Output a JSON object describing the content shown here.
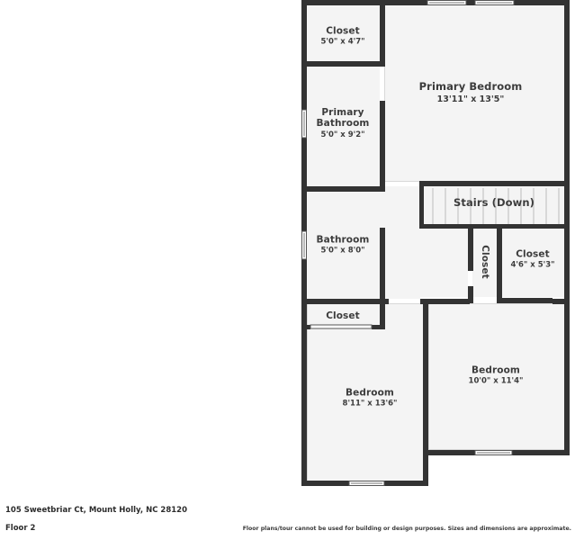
{
  "document": {
    "type": "floor-plan",
    "address": "105 Sweetbriar Ct, Mount Holly, NC 28120",
    "floor_label": "Floor 2",
    "disclaimer": "Floor plans/tour cannot be used for building or design purposes. Sizes and dimensions are approximate.",
    "colors": {
      "wall": "#333333",
      "room_fill": "#f4f4f4",
      "background": "#ffffff",
      "text": "#3c3c3c",
      "stair_line": "#bdbdbd"
    }
  },
  "rooms": [
    {
      "id": "closet-top-left",
      "name": "Closet",
      "dimensions": "5'0\" x 4'7\""
    },
    {
      "id": "primary-bathroom",
      "name": "Primary\nBathroom",
      "dimensions": "5'0\" x 9'2\""
    },
    {
      "id": "primary-bedroom",
      "name": "Primary Bedroom",
      "dimensions": "13'11\" x 13'5\""
    },
    {
      "id": "stairs",
      "name": "Stairs (Down)",
      "dimensions": ""
    },
    {
      "id": "bathroom",
      "name": "Bathroom",
      "dimensions": "5'0\" x 8'0\""
    },
    {
      "id": "closet-center",
      "name": "Closet",
      "dimensions": ""
    },
    {
      "id": "closet-right",
      "name": "Closet",
      "dimensions": "4'6\" x 5'3\""
    },
    {
      "id": "closet-mid-left",
      "name": "Closet",
      "dimensions": ""
    },
    {
      "id": "bedroom-left",
      "name": "Bedroom",
      "dimensions": "8'11\" x 13'6\""
    },
    {
      "id": "bedroom-right",
      "name": "Bedroom",
      "dimensions": "10'0\" x 11'4\""
    }
  ]
}
